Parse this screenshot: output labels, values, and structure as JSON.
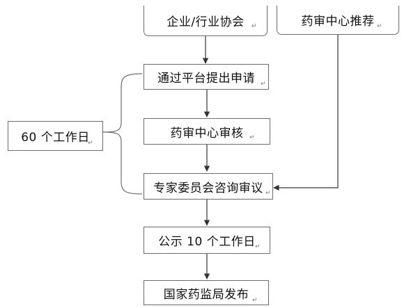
{
  "boxes": {
    "association": "企业/行业协会",
    "recommend": "药审中心推荐",
    "apply": "通过平台提出申请",
    "review": "药审中心审核",
    "expert": "专家委员会咨询审议",
    "publicity": "公示 10 个工作日",
    "publish": "国家药监局发布"
  },
  "time_note": "60 个工作日",
  "paragraph_mark": "↵",
  "colors": {
    "line": "#6b6b6b",
    "arrow": "#333333",
    "text": "#111111"
  }
}
